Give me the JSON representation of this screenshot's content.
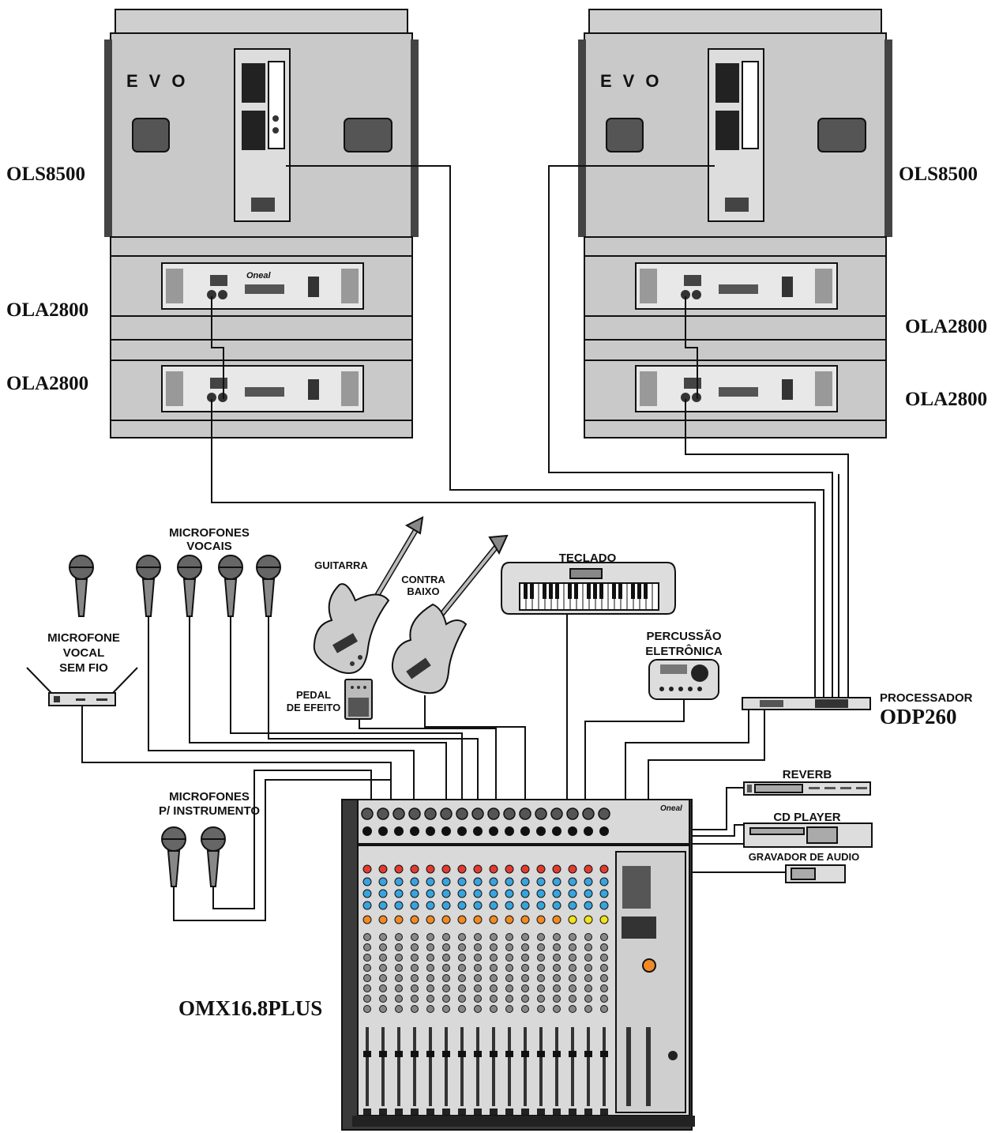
{
  "labels": {
    "speaker_left": "OLS8500",
    "speaker_right": "OLS8500",
    "array_left_1": "OLA2800",
    "array_left_2": "OLA2800",
    "array_right_1": "OLA2800",
    "array_right_2": "OLA2800",
    "mics_vocals_line1": "MICROFONES",
    "mics_vocals_line2": "VOCAIS",
    "wireless_line1": "MICROFONE",
    "wireless_line2": "VOCAL",
    "wireless_line3": "SEM FIO",
    "guitar": "GUITARRA",
    "bass_line1": "CONTRA",
    "bass_line2": "BAIXO",
    "keyboard": "TECLADO",
    "percussion_line1": "PERCUSSÃO",
    "percussion_line2": "ELETRÔNICA",
    "pedal_line1": "PEDAL",
    "pedal_line2": "DE EFEITO",
    "processor_line1": "PROCESSADOR",
    "processor_line2": "ODP260",
    "reverb": "REVERB",
    "cd_player": "CD PLAYER",
    "recorder": "GRAVADOR DE AUDIO",
    "inst_mics_line1": "MICROFONES",
    "inst_mics_line2": "P/ INSTRUMENTO",
    "mixer": "OMX16.8PLUS"
  },
  "logos": {
    "speaker_logo": "EVO",
    "brand": "Oneal"
  },
  "colors": {
    "device_gray": "#c9c9c9",
    "device_dark": "#333333",
    "knob_red": "#e23b2e",
    "knob_blue": "#3aa3dc",
    "knob_orange": "#f08a24",
    "knob_yellow": "#f2e31b",
    "cable": "#111111"
  }
}
